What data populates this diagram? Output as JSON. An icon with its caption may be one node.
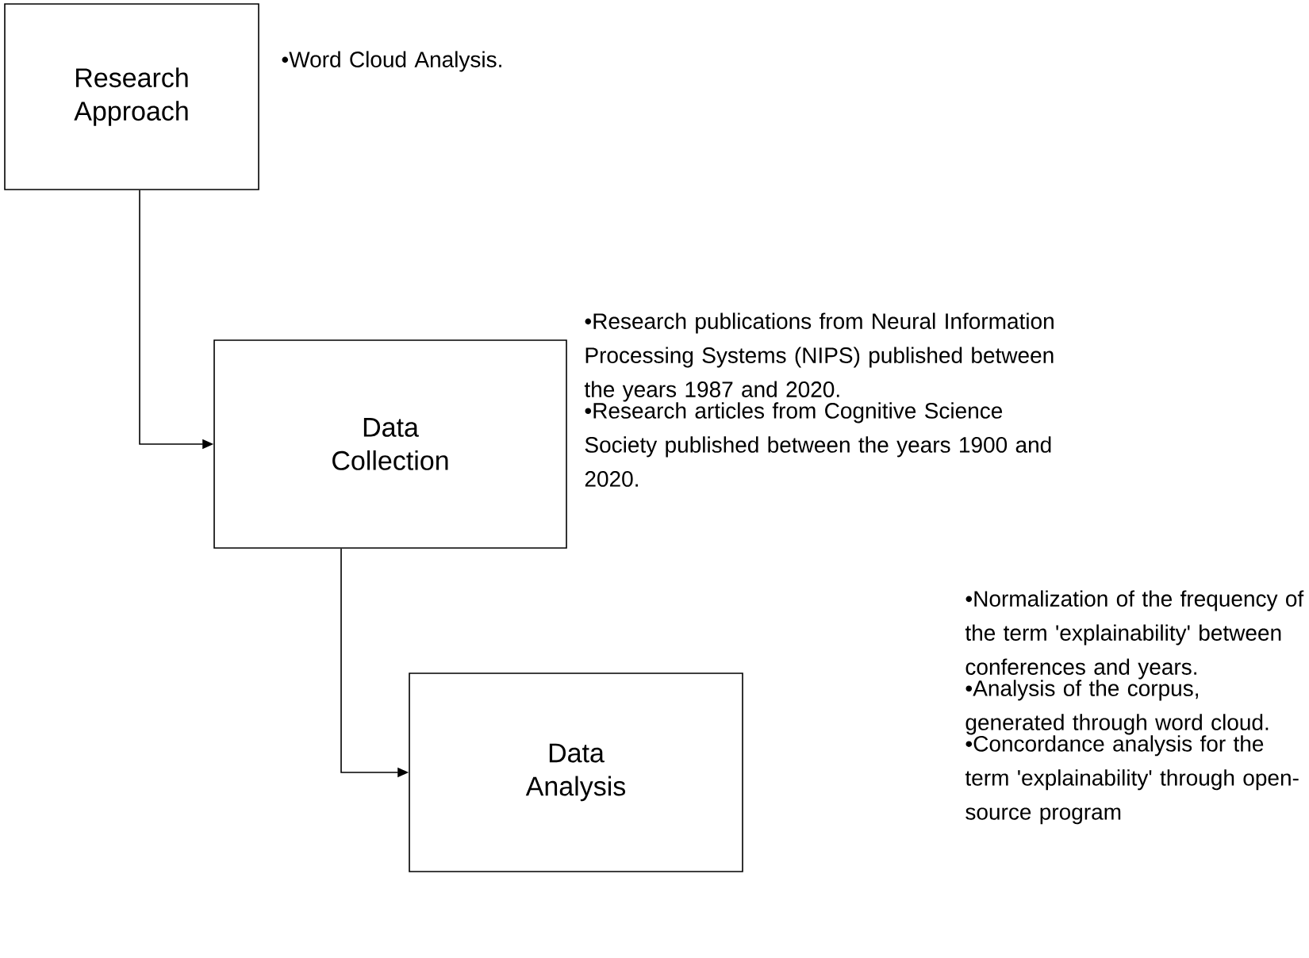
{
  "diagram": {
    "nodes": [
      {
        "text": [
          "Research Approach"
        ],
        "beside": [
          "•Word Cloud  Analysis."
        ]
      },
      {
        "text": [
          "Data Collection"
        ],
        "beside": [
          "•Research publications from Neural Information Processing Systems (NIPS) published between the years 1987 and 2020.",
          "•Research articles from Cognitive Science Society published between the years 1900 and 2020."
        ]
      },
      {
        "text": [
          "Data Analysis"
        ],
        "beside": [
          "•Normalization of the frequency of the term 'explainability' between conferences and years.",
          "•Analysis of the corpus, generated through word cloud.",
          "•Concordance analysis for the term 'explainability' through open-source program"
        ]
      }
    ],
    "edges": [
      {
        "from": 0,
        "to": 1,
        "arrow": "to"
      },
      {
        "from": 1,
        "to": 2,
        "arrow": "to"
      }
    ]
  }
}
